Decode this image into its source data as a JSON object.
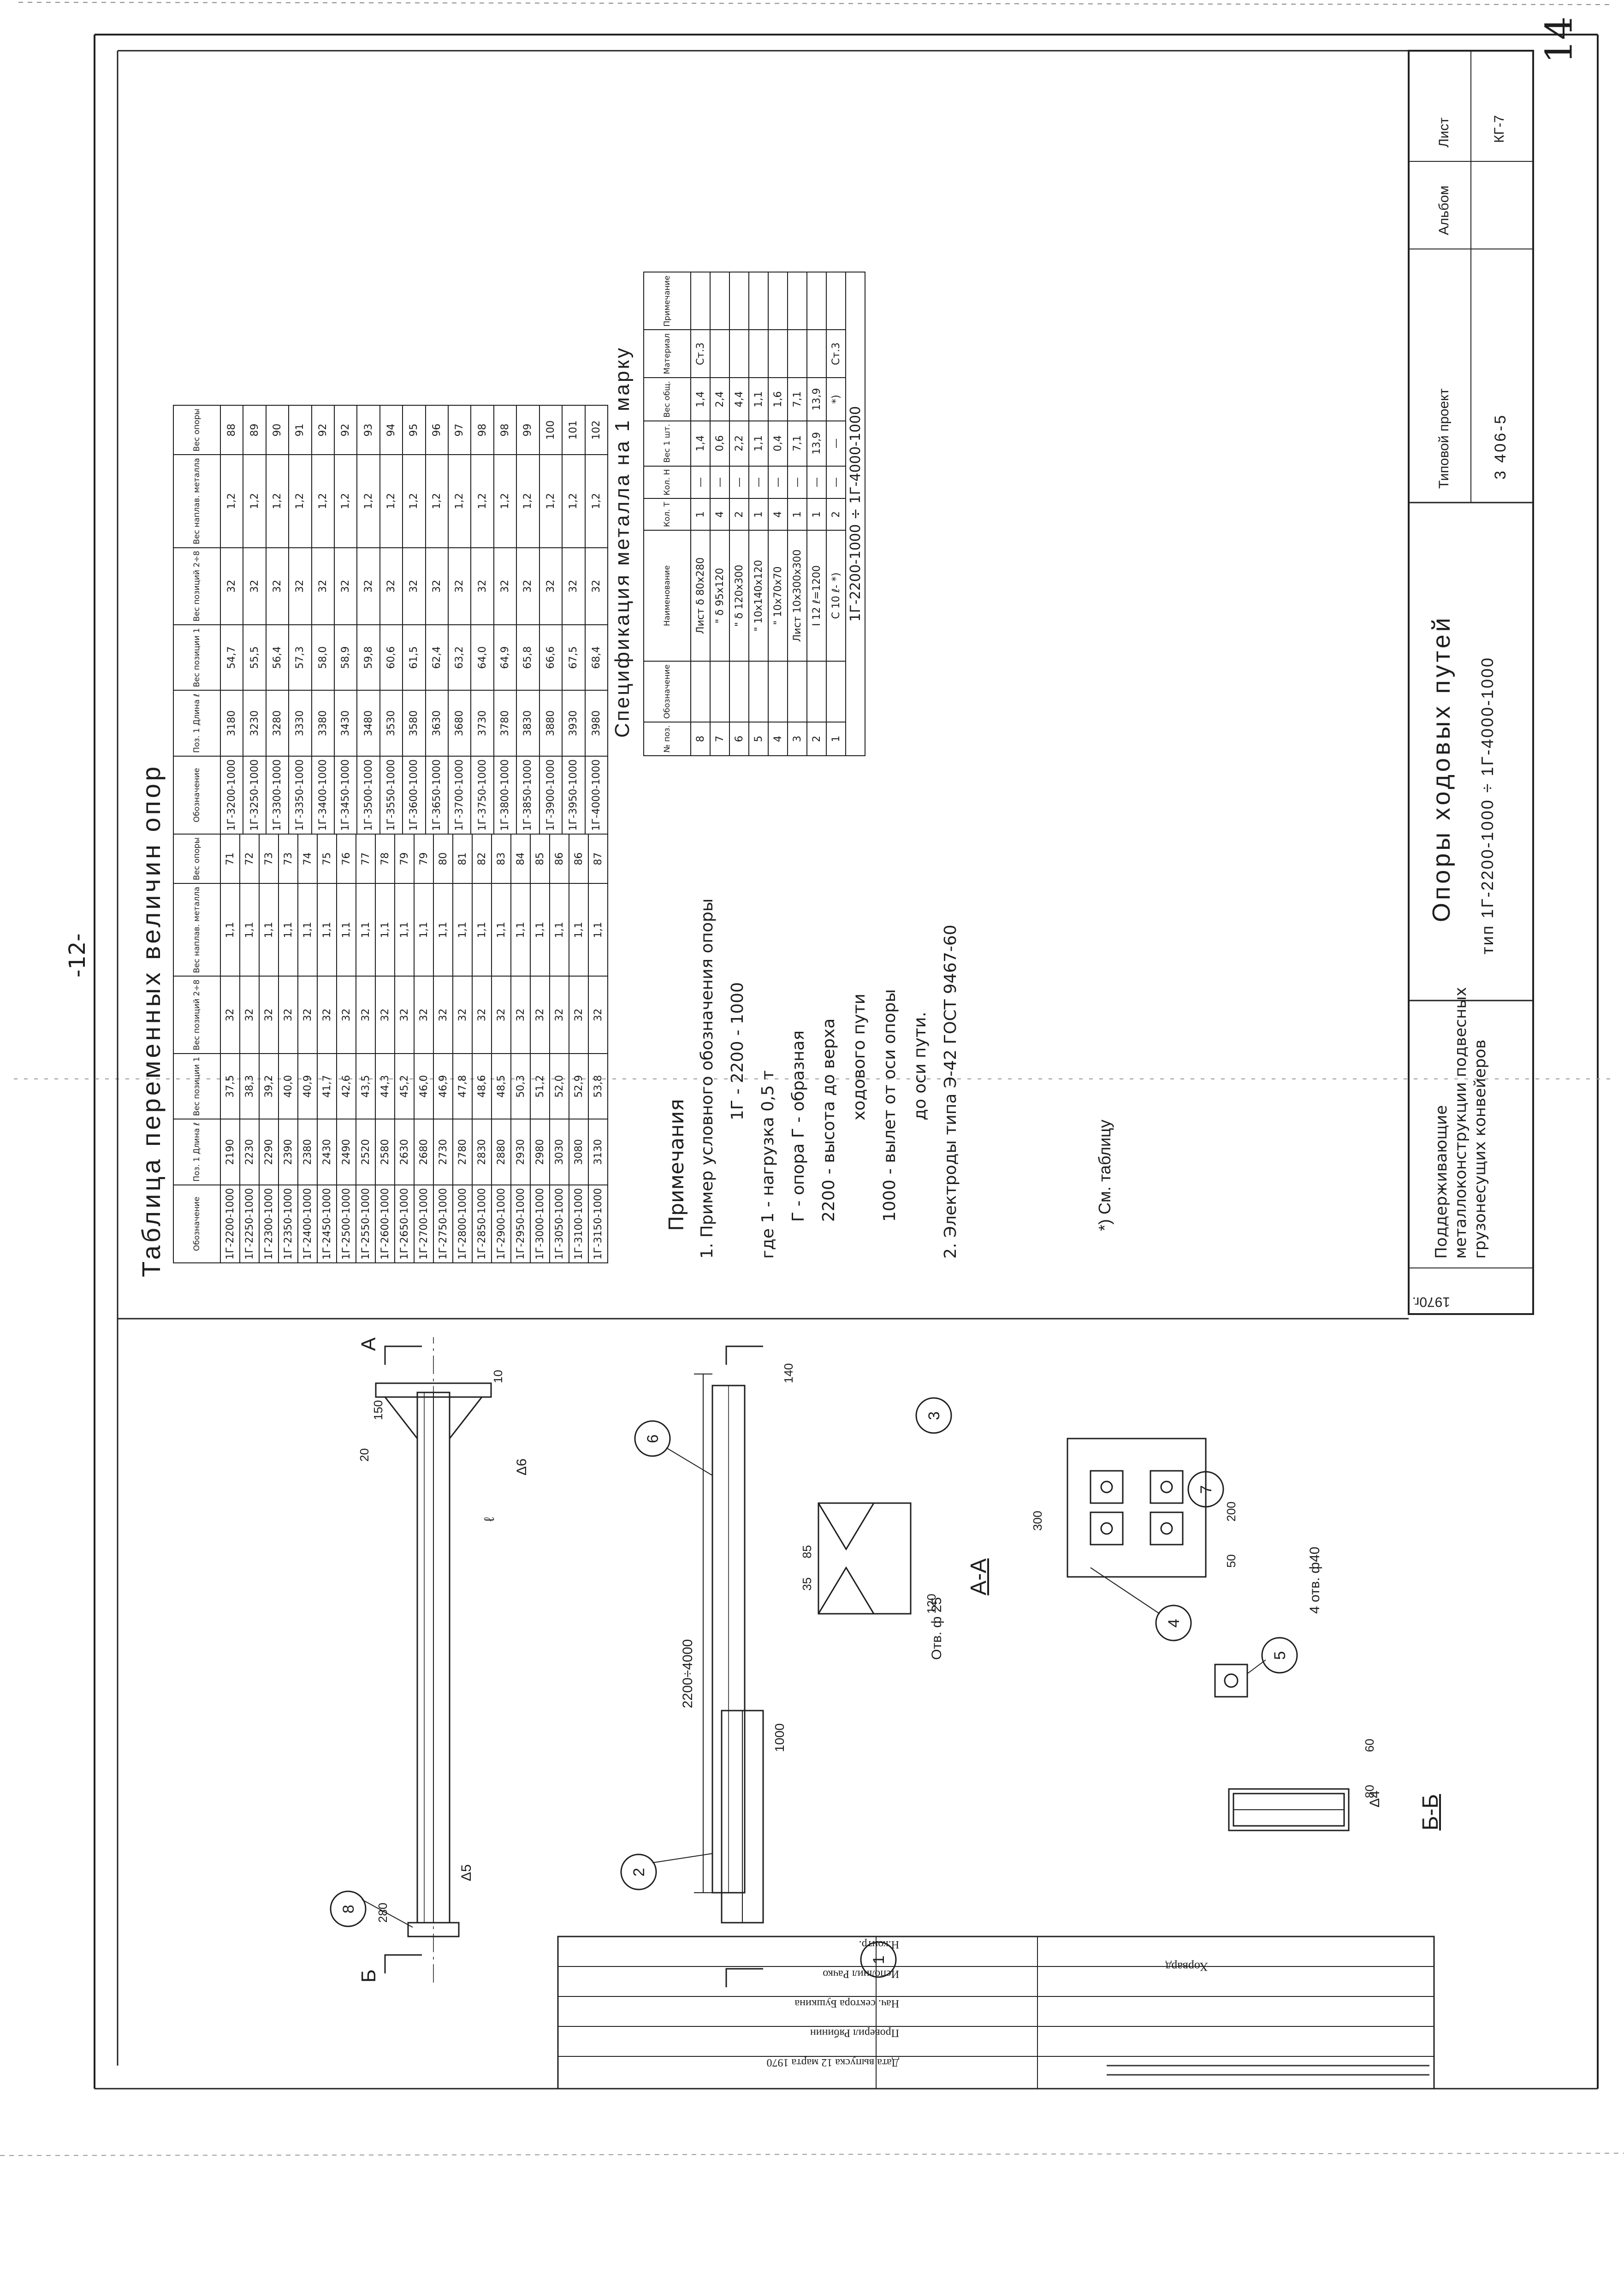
{
  "page_number": "-12-",
  "corner_number": "14",
  "main_table": {
    "title": "Таблица переменных величин опор",
    "headers": [
      "Обозначение",
      "Поз. 1 Длина ℓ",
      "Вес позиции 1",
      "Вес позиций 2÷8",
      "Вес наплав. металла",
      "Вес опоры"
    ],
    "rows_left": [
      [
        "1Г-2200-1000",
        "2190",
        "37,5",
        "32",
        "1,1",
        "71"
      ],
      [
        "1Г-2250-1000",
        "2230",
        "38,3",
        "32",
        "1,1",
        "72"
      ],
      [
        "1Г-2300-1000",
        "2290",
        "39,2",
        "32",
        "1,1",
        "73"
      ],
      [
        "1Г-2350-1000",
        "2390",
        "40,0",
        "32",
        "1,1",
        "73"
      ],
      [
        "1Г-2400-1000",
        "2380",
        "40,9",
        "32",
        "1,1",
        "74"
      ],
      [
        "1Г-2450-1000",
        "2430",
        "41,7",
        "32",
        "1,1",
        "75"
      ],
      [
        "1Г-2500-1000",
        "2490",
        "42,6",
        "32",
        "1,1",
        "76"
      ],
      [
        "1Г-2550-1000",
        "2520",
        "43,5",
        "32",
        "1,1",
        "77"
      ],
      [
        "1Г-2600-1000",
        "2580",
        "44,3",
        "32",
        "1,1",
        "78"
      ],
      [
        "1Г-2650-1000",
        "2630",
        "45,2",
        "32",
        "1,1",
        "79"
      ],
      [
        "1Г-2700-1000",
        "2680",
        "46,0",
        "32",
        "1,1",
        "79"
      ],
      [
        "1Г-2750-1000",
        "2730",
        "46,9",
        "32",
        "1,1",
        "80"
      ],
      [
        "1Г-2800-1000",
        "2780",
        "47,8",
        "32",
        "1,1",
        "81"
      ],
      [
        "1Г-2850-1000",
        "2830",
        "48,6",
        "32",
        "1,1",
        "82"
      ],
      [
        "1Г-2900-1000",
        "2880",
        "48,5",
        "32",
        "1,1",
        "83"
      ],
      [
        "1Г-2950-1000",
        "2930",
        "50,3",
        "32",
        "1,1",
        "84"
      ],
      [
        "1Г-3000-1000",
        "2980",
        "51,2",
        "32",
        "1,1",
        "85"
      ],
      [
        "1Г-3050-1000",
        "3030",
        "52,0",
        "32",
        "1,1",
        "86"
      ],
      [
        "1Г-3100-1000",
        "3080",
        "52,9",
        "32",
        "1,1",
        "86"
      ],
      [
        "1Г-3150-1000",
        "3130",
        "53,8",
        "32",
        "1,1",
        "87"
      ]
    ],
    "rows_right": [
      [
        "1Г-3200-1000",
        "3180",
        "54,7",
        "32",
        "1,2",
        "88"
      ],
      [
        "1Г-3250-1000",
        "3230",
        "55,5",
        "32",
        "1,2",
        "89"
      ],
      [
        "1Г-3300-1000",
        "3280",
        "56,4",
        "32",
        "1,2",
        "90"
      ],
      [
        "1Г-3350-1000",
        "3330",
        "57,3",
        "32",
        "1,2",
        "91"
      ],
      [
        "1Г-3400-1000",
        "3380",
        "58,0",
        "32",
        "1,2",
        "92"
      ],
      [
        "1Г-3450-1000",
        "3430",
        "58,9",
        "32",
        "1,2",
        "92"
      ],
      [
        "1Г-3500-1000",
        "3480",
        "59,8",
        "32",
        "1,2",
        "93"
      ],
      [
        "1Г-3550-1000",
        "3530",
        "60,6",
        "32",
        "1,2",
        "94"
      ],
      [
        "1Г-3600-1000",
        "3580",
        "61,5",
        "32",
        "1,2",
        "95"
      ],
      [
        "1Г-3650-1000",
        "3630",
        "62,4",
        "32",
        "1,2",
        "96"
      ],
      [
        "1Г-3700-1000",
        "3680",
        "63,2",
        "32",
        "1,2",
        "97"
      ],
      [
        "1Г-3750-1000",
        "3730",
        "64,0",
        "32",
        "1,2",
        "98"
      ],
      [
        "1Г-3800-1000",
        "3780",
        "64,9",
        "32",
        "1,2",
        "98"
      ],
      [
        "1Г-3850-1000",
        "3830",
        "65,8",
        "32",
        "1,2",
        "99"
      ],
      [
        "1Г-3900-1000",
        "3880",
        "66,6",
        "32",
        "1,2",
        "100"
      ],
      [
        "1Г-3950-1000",
        "3930",
        "67,5",
        "32",
        "1,2",
        "101"
      ],
      [
        "1Г-4000-1000",
        "3980",
        "68,4",
        "32",
        "1,2",
        "102"
      ]
    ]
  },
  "notes": {
    "title": "Примечания",
    "lines": [
      "1. Пример условного обозначения опоры",
      "1Г - 2200 - 1000",
      "где  1 - нагрузка  0,5 т",
      "Г - опора  Г - образная",
      "2200 - высота  до верха",
      "ходового  пути",
      "1000 - вылет  от оси опоры",
      "до оси  пути.",
      "2. Электроды типа Э-42 ГОСТ 9467-60"
    ],
    "footnote": "*) См. таблицу"
  },
  "spec": {
    "title": "Спецификация металла на 1 марку",
    "col_heads": [
      "№ поз.",
      "Обозначение",
      "Наименование",
      "Кол. Т",
      "Кол. Н",
      "Вес 1 шт.",
      "Вес общ.",
      "Материал",
      "Примечание"
    ],
    "rows": [
      [
        "8",
        "",
        "Лист δ 80x280",
        "1",
        "—",
        "1,4",
        "1,4",
        "Ст.3",
        ""
      ],
      [
        "7",
        "",
        "\" δ 95x120",
        "4",
        "—",
        "0,6",
        "2,4",
        "",
        ""
      ],
      [
        "6",
        "",
        "\" δ 120x300",
        "2",
        "—",
        "2,2",
        "4,4",
        "",
        ""
      ],
      [
        "5",
        "",
        "\" 10x140x120",
        "1",
        "—",
        "1,1",
        "1,1",
        "",
        ""
      ],
      [
        "4",
        "",
        "\" 10x70x70",
        "4",
        "—",
        "0,4",
        "1,6",
        "",
        ""
      ],
      [
        "3",
        "",
        "Лист 10x300x300",
        "1",
        "—",
        "7,1",
        "7,1",
        "",
        ""
      ],
      [
        "2",
        "",
        "I 12  ℓ=1200",
        "1",
        "—",
        "13,9",
        "13,9",
        "",
        ""
      ],
      [
        "1",
        "",
        "C 10  ℓ- *)",
        "2",
        "—",
        "—",
        "*)",
        "Ст.3",
        ""
      ]
    ],
    "total_line": "1Г-2200-1000 ÷ 1Г-4000-1000"
  },
  "stamp": {
    "org_title_1": "Поддерживающие",
    "org_title_2": "металлоконструкции подвесных",
    "org_title_3": "грузонесущих конвейеров",
    "year": "1970г.",
    "drawing_title_1": "Опоры ходовых путей",
    "drawing_title_2": "тип 1Г-2200-1000 ÷ 1Г-4000-1000",
    "project_label": "Типовой проект",
    "project_code": "3 406-5",
    "album_label": "Альбом",
    "sheet_label": "Лист",
    "sheet_code": "КГ-7"
  },
  "side_stamp": {
    "row1": "Дата выпуска 12 марта 1970",
    "row2": "Проверил  Рябинин",
    "row3": "Нач. сектора  Бушкина",
    "row4": "Исполнил  Рачко",
    "row5": "Н.контр.",
    "code": "Хорвард"
  },
  "drawing": {
    "section_aa": "А-А",
    "section_bb": "Б-Б",
    "cut_a": "А",
    "cut_b": "Б",
    "dims": {
      "span_1000": "1000",
      "span_2200_4000": "2200÷4000",
      "len_l": "ℓ",
      "d140": "140",
      "d150": "150",
      "d280": "280",
      "d120": "120",
      "d300": "300",
      "d200": "200",
      "d50": "50",
      "d80": "80",
      "d60": "60",
      "d35": "35",
      "d85": "85",
      "d10": "10",
      "d20": "20"
    },
    "weld_marks": {
      "w5": "Δ5",
      "w6": "Δ6",
      "w4": "Δ4"
    },
    "holes": {
      "hole_25": "Отв. ф 25",
      "holes_40": "4 отв. ф40"
    },
    "pos_marks": [
      "1",
      "2",
      "3",
      "4",
      "5",
      "6",
      "7",
      "8"
    ]
  }
}
